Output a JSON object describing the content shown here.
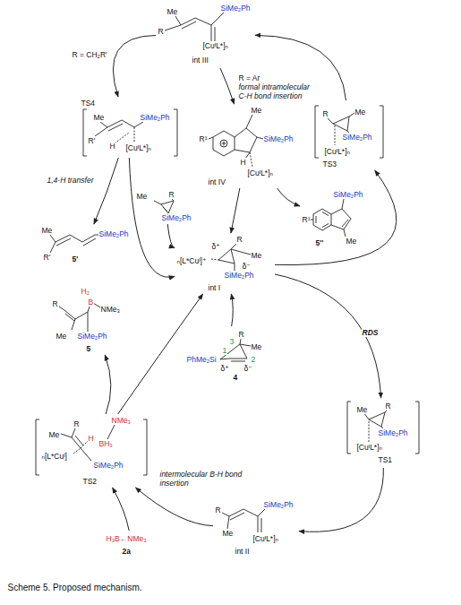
{
  "diagram": {
    "caption": "Scheme 5. Proposed mechanism.",
    "nodes": [
      {
        "text": [
          "Me",
          "R",
          "SiMe₂Ph",
          "[CuᴵL*]ₙ",
          "int III"
        ]
      },
      {
        "text": [
          "TS4",
          "Me",
          "SiMe₂Ph",
          "R'",
          "H",
          "[CuᴵL*]ₙ"
        ]
      },
      {
        "text": [
          "Me",
          "R¹",
          "SiMe₂Ph",
          "H",
          "[CuᴵL*]ₙ",
          "int IV"
        ]
      },
      {
        "text": [
          "R",
          "Me",
          "SiMe₂Ph",
          "[CuᴵL*]ₙ",
          "TS3"
        ]
      },
      {
        "text": [
          "Me",
          "SiMe₂Ph",
          "R'",
          "5'"
        ]
      },
      {
        "text": [
          "Me",
          "R",
          "SiMe₂Ph"
        ]
      },
      {
        "text": [
          "SiMe₂Ph",
          "R¹",
          "Me",
          "5''"
        ]
      },
      {
        "text": [
          "δ⁺",
          "R",
          "Me",
          "ₙ[L*Cuᴵ]⁺",
          "δ⁻",
          "SiMe₂Ph",
          "int I"
        ]
      },
      {
        "text": [
          "H₂",
          "B",
          "NMe₃",
          "R",
          "Me",
          "SiMe₂Ph",
          "5"
        ]
      },
      {
        "text": [
          "R",
          "3",
          "Me",
          "1",
          "2",
          "PhMe₂Si",
          "δ⁺",
          "δ⁻",
          "4"
        ]
      },
      {
        "text": [
          "Me",
          "R",
          "SiMe₂Ph",
          "[CuᴵL*]ₙ",
          "TS1"
        ]
      },
      {
        "text": [
          "R",
          "NMe₃",
          "Me",
          "H",
          "BH₃",
          "ₙ[L*Cuᴵ]",
          "SiMe₂Ph",
          "TS2"
        ]
      },
      {
        "text": [
          "H₃B←NMe₃",
          "2a"
        ]
      },
      {
        "text": [
          "R",
          "SiMe₂Ph",
          "Me",
          "[CuᴵL*]ₙ",
          "int II"
        ]
      }
    ],
    "edges": [
      {
        "from": 0,
        "to": 1,
        "arrow": "to",
        "label": "R = CH₂R'"
      },
      {
        "from": 0,
        "to": 2,
        "arrow": "to",
        "label": "R = Ar"
      },
      {
        "from": 3,
        "to": 0,
        "arrow": "to"
      },
      {
        "from": 1,
        "to": 7,
        "arrow": "to",
        "label": "1,4-H transfer"
      },
      {
        "from": 1,
        "to": 4,
        "arrow": "to"
      },
      {
        "from": 2,
        "to": 7,
        "arrow": "to"
      },
      {
        "from": 2,
        "to": 6,
        "arrow": "to"
      },
      {
        "from": 5,
        "to": 7,
        "arrow": "to"
      },
      {
        "from": 7,
        "to": 10,
        "arrow": "to",
        "label": "RDS"
      },
      {
        "from": 10,
        "to": 13,
        "arrow": "to"
      },
      {
        "from": 13,
        "to": 11,
        "arrow": "to"
      },
      {
        "from": 12,
        "to": 11,
        "arrow": "to"
      },
      {
        "from": 11,
        "to": 7,
        "arrow": "to"
      },
      {
        "from": 11,
        "to": 8,
        "arrow": "to"
      },
      {
        "from": 9,
        "to": 7,
        "arrow": "to"
      },
      {
        "from": 7,
        "to": 3,
        "arrow": "to"
      }
    ],
    "labels": [
      "formal intramolecular C-H bond insertion",
      "intermolecular B-H bond insertion"
    ]
  }
}
